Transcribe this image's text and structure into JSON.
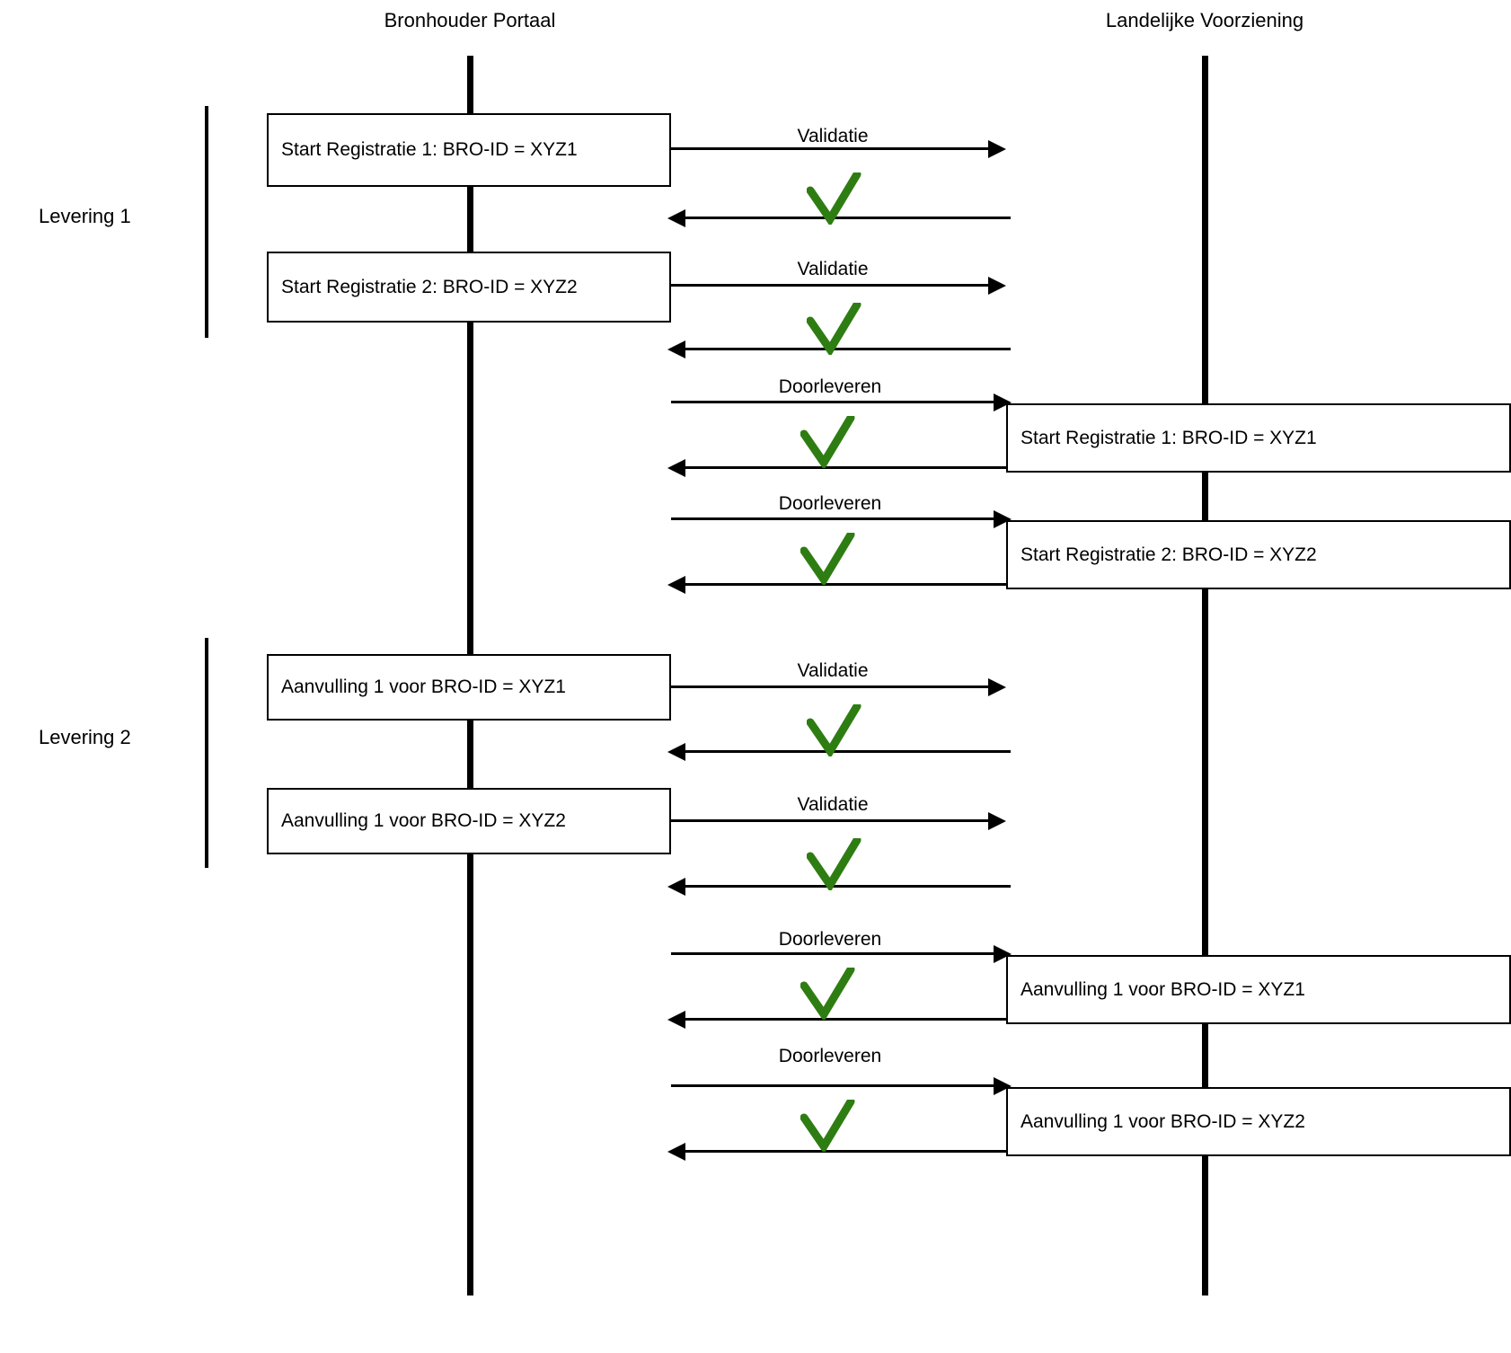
{
  "diagram": {
    "type": "sequence-diagram",
    "title_left": "Bronhouder Portaal",
    "title_right": "Landelijke Voorziening",
    "colors": {
      "line": "#000000",
      "check": "#2E7D12",
      "background": "#FFFFFF"
    },
    "lifelines": [
      {
        "name": "bronhouder-portaal",
        "label": "Bronhouder Portaal"
      },
      {
        "name": "landelijke-voorziening",
        "label": "Landelijke Voorziening"
      }
    ],
    "groups": [
      {
        "name": "levering-1",
        "label": "Levering 1"
      },
      {
        "name": "levering-2",
        "label": "Levering 2"
      }
    ],
    "boxes_left": [
      {
        "label": "Start Registratie 1: BRO-ID = XYZ1"
      },
      {
        "label": "Start Registratie 2: BRO-ID = XYZ2"
      },
      {
        "label": "Aanvulling 1 voor BRO-ID = XYZ1"
      },
      {
        "label": "Aanvulling 1 voor BRO-ID = XYZ2"
      }
    ],
    "boxes_right": [
      {
        "label": "Start Registratie 1: BRO-ID = XYZ1"
      },
      {
        "label": "Start Registratie 2: BRO-ID = XYZ2"
      },
      {
        "label": "Aanvulling 1 voor BRO-ID = XYZ1"
      },
      {
        "label": "Aanvulling 1 voor BRO-ID = XYZ2"
      }
    ],
    "messages": [
      {
        "label": "Validatie",
        "direction": "right",
        "status": "ok"
      },
      {
        "label": "",
        "direction": "left",
        "status": "ok"
      },
      {
        "label": "Validatie",
        "direction": "right",
        "status": "ok"
      },
      {
        "label": "",
        "direction": "left",
        "status": "ok"
      },
      {
        "label": "Doorleveren",
        "direction": "right",
        "status": "ok"
      },
      {
        "label": "",
        "direction": "left",
        "status": "ok"
      },
      {
        "label": "Doorleveren",
        "direction": "right",
        "status": "ok"
      },
      {
        "label": "",
        "direction": "left",
        "status": "ok"
      },
      {
        "label": "Validatie",
        "direction": "right",
        "status": "ok"
      },
      {
        "label": "",
        "direction": "left",
        "status": "ok"
      },
      {
        "label": "Validatie",
        "direction": "right",
        "status": "ok"
      },
      {
        "label": "",
        "direction": "left",
        "status": "ok"
      },
      {
        "label": "Doorleveren",
        "direction": "right",
        "status": "ok"
      },
      {
        "label": "",
        "direction": "left",
        "status": "ok"
      },
      {
        "label": "Doorleveren",
        "direction": "right",
        "status": "ok"
      },
      {
        "label": "",
        "direction": "left",
        "status": "ok"
      }
    ],
    "labels": {
      "validatie": "Validatie",
      "doorleveren": "Doorleveren",
      "levering_1": "Levering 1",
      "levering_2": "Levering 2",
      "check_icon": "check-mark-icon"
    }
  }
}
